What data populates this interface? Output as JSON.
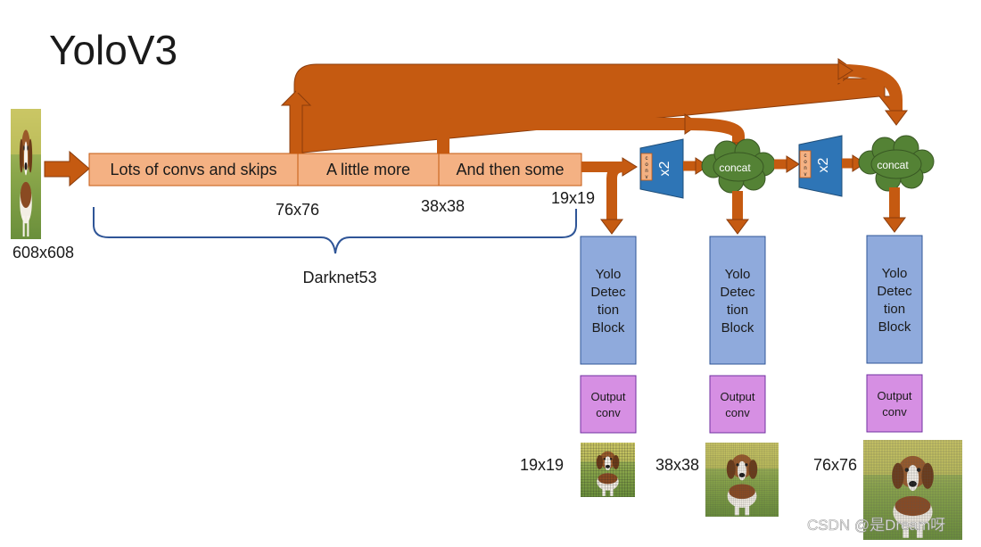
{
  "title": "YoloV3",
  "input": {
    "size_label": "608x608"
  },
  "backbone": {
    "segments": [
      "Lots of convs and skips",
      "A little more",
      "And then some"
    ],
    "scale_labels": [
      "76x76",
      "38x38",
      "19x19"
    ],
    "brace_label": "Darknet53"
  },
  "upsample": {
    "conv_letters": [
      "c",
      "o",
      "n",
      "v"
    ],
    "label": "x2"
  },
  "concat_label": "concat",
  "detection": {
    "block_lines": [
      "Yolo",
      "Detec",
      "tion",
      "Block"
    ],
    "output_lines": [
      "Output",
      "conv"
    ]
  },
  "outputs": [
    {
      "grid_label": "19x19",
      "grid_cells": 19
    },
    {
      "grid_label": "38x38",
      "grid_cells": 38
    },
    {
      "grid_label": "76x76",
      "grid_cells": 76
    }
  ],
  "watermark": "CSDN @是Dream呀",
  "colors": {
    "arrow": "#c55a11",
    "backbone_fill": "#f4b183",
    "backbone_stroke": "#c55a11",
    "upsample_fill": "#2e75b6",
    "cloud_fill": "#548235",
    "block_fill": "#8faadc",
    "block_stroke": "#2f5597",
    "output_fill": "#d68fe3",
    "output_stroke": "#7030a0",
    "brace": "#2f5597"
  }
}
